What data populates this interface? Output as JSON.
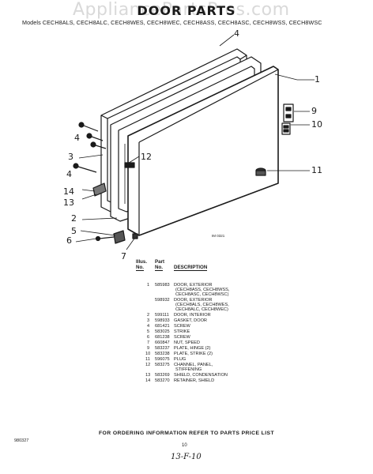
{
  "watermark": "AppliancePartsPros.com",
  "title": "DOOR PARTS",
  "models": "Models CECH8ALS, CECH8ALC, CECH8WES, CECH8WEC, CECH8ASS, CECH8ASC, CECH8WSS, CECH8WSC",
  "diagram_note": "IM 0321",
  "callouts": [
    "1",
    "2",
    "3",
    "4",
    "4",
    "4",
    "5",
    "6",
    "7",
    "9",
    "10",
    "11",
    "12",
    "13",
    "14"
  ],
  "table": {
    "header_illus": "Illus.",
    "header_no1": "No.",
    "header_part": "Part",
    "header_no2": "No.",
    "header_desc": "DESCRIPTION",
    "rows": [
      {
        "illus": "1",
        "part": "585983",
        "desc": "DOOR, EXTERIOR"
      },
      {
        "illus": "",
        "part": "",
        "desc": "(CECH8ASS, CECH8WSS,"
      },
      {
        "illus": "",
        "part": "",
        "desc": "CECH8ASC, CECH8WSC)"
      },
      {
        "illus": "",
        "part": "598932",
        "desc": "DOOR, EXTERIOR"
      },
      {
        "illus": "",
        "part": "",
        "desc": "(CECH8ALS, CECH8WES,"
      },
      {
        "illus": "",
        "part": "",
        "desc": "CECH8ALC, CECH8WEC)"
      },
      {
        "illus": "2",
        "part": "599111",
        "desc": "DOOR, INTERIOR"
      },
      {
        "illus": "3",
        "part": "598933",
        "desc": "GASKET, DOOR"
      },
      {
        "illus": "4",
        "part": "681421",
        "desc": "SCREW"
      },
      {
        "illus": "5",
        "part": "583025",
        "desc": "STRIKE"
      },
      {
        "illus": "6",
        "part": "681238",
        "desc": "SCREW"
      },
      {
        "illus": "7",
        "part": "660847",
        "desc": "NUT, SPEED"
      },
      {
        "illus": "9",
        "part": "583237",
        "desc": "PLATE, HINGE (2)"
      },
      {
        "illus": "10",
        "part": "583238",
        "desc": "PLATE, STRIKE (2)"
      },
      {
        "illus": "11",
        "part": "596075",
        "desc": "PLUG"
      },
      {
        "illus": "12",
        "part": "583275",
        "desc": "CHANNEL, PANEL,"
      },
      {
        "illus": "",
        "part": "",
        "desc": "STIFFENING"
      },
      {
        "illus": "13",
        "part": "583269",
        "desc": "SHIELD, CONDENSATION"
      },
      {
        "illus": "14",
        "part": "583270",
        "desc": "RETAINER, SHIELD"
      }
    ]
  },
  "footer": {
    "code": "980327",
    "ordering": "FOR ORDERING INFORMATION REFER TO PARTS PRICE LIST",
    "page": "10",
    "handwritten": "13-F-10"
  }
}
